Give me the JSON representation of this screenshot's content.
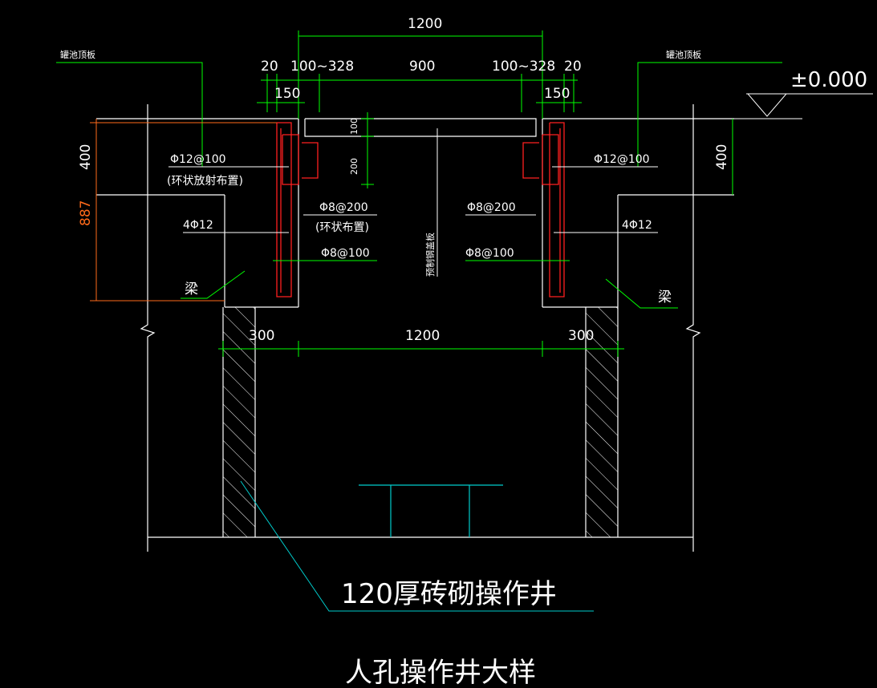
{
  "dims": {
    "top_total": "1200",
    "left_20": "20",
    "left_100_328": "100~328",
    "center_900": "900",
    "right_100_328": "100~328",
    "right_20": "20",
    "left_150": "150",
    "right_150": "150",
    "thick_100": "100",
    "thick_200": "200",
    "left_400": "400",
    "right_400": "400",
    "left_887": "887",
    "bottom_300_left": "300",
    "bottom_1200": "1200",
    "bottom_300_right": "300"
  },
  "labels": {
    "roof_slab_left": "罐池顶板",
    "roof_slab_right": "罐池顶板",
    "elevation": "±0.000",
    "rebar_phi12_left": "Φ12@100",
    "rebar_phi12_left_note": "(环状放射布置)",
    "rebar_phi12_right": "Φ12@100",
    "rebar_phi8_200_left": "Φ8@200",
    "rebar_phi8_200_left_note": "(环状布置)",
    "rebar_phi8_200_right": "Φ8@200",
    "rebar_4phi12_left": "4Φ12",
    "rebar_4phi12_right": "4Φ12",
    "rebar_phi8_100_left": "Φ8@100",
    "rebar_phi8_100_right": "Φ8@100",
    "beam_left": "梁",
    "beam_right": "梁",
    "cover_plate": "预制钢盖板",
    "brick_well": "120厚砖砌操作井",
    "title": "人孔操作井大样"
  },
  "colors": {
    "background": "#000000",
    "outline": "#ffffff",
    "dimension": "#00ff00",
    "rebar": "#ff2020",
    "dim_red": "#ff6a1a",
    "leader": "#00cccc",
    "hatch": "#ffffff"
  }
}
